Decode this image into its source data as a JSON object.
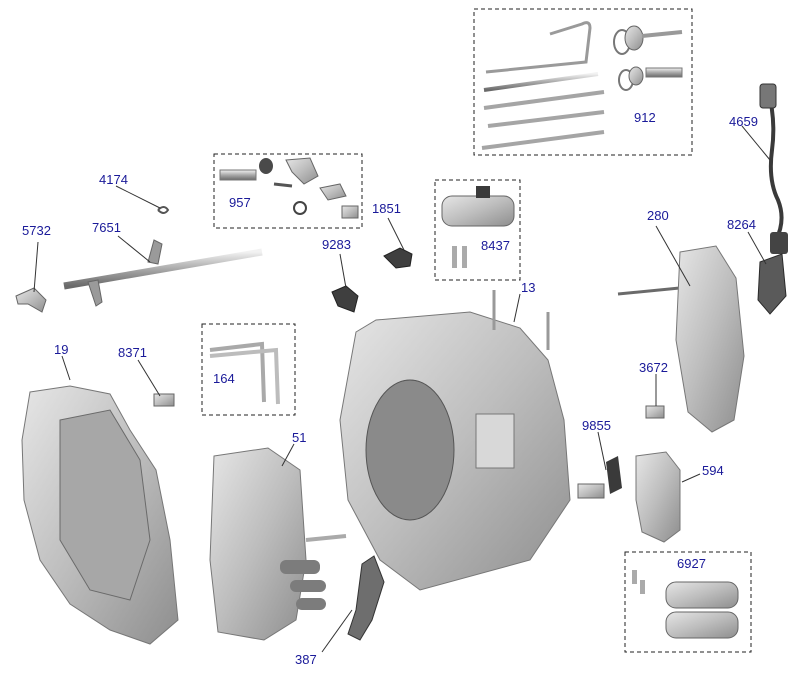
{
  "colors": {
    "label": "#1a1a99",
    "leader": "#333333",
    "part": "#c9c9c9",
    "part_dark": "#6f6f6f",
    "box": "#222222"
  },
  "parts": [
    {
      "id": "p5732",
      "label": "5732"
    },
    {
      "id": "p7651",
      "label": "7651"
    },
    {
      "id": "p4174",
      "label": "4174"
    },
    {
      "id": "p957",
      "label": "957"
    },
    {
      "id": "p1851",
      "label": "1851"
    },
    {
      "id": "p9283",
      "label": "9283"
    },
    {
      "id": "p8437",
      "label": "8437"
    },
    {
      "id": "p912",
      "label": "912"
    },
    {
      "id": "p4659",
      "label": "4659"
    },
    {
      "id": "p280",
      "label": "280"
    },
    {
      "id": "p8264",
      "label": "8264"
    },
    {
      "id": "p13",
      "label": "13"
    },
    {
      "id": "p19",
      "label": "19"
    },
    {
      "id": "p8371",
      "label": "8371"
    },
    {
      "id": "p164",
      "label": "164"
    },
    {
      "id": "p51",
      "label": "51"
    },
    {
      "id": "p3672",
      "label": "3672"
    },
    {
      "id": "p9855",
      "label": "9855"
    },
    {
      "id": "p594",
      "label": "594"
    },
    {
      "id": "p6927",
      "label": "6927"
    },
    {
      "id": "p387",
      "label": "387"
    }
  ]
}
